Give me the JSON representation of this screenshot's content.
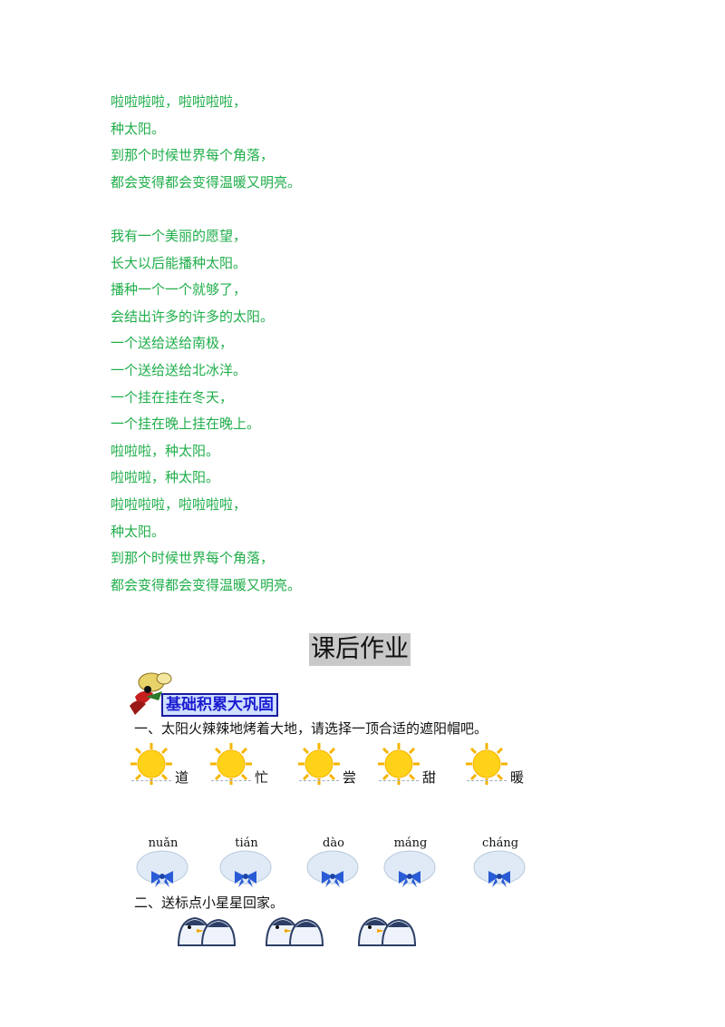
{
  "poem": {
    "lines": [
      "啦啦啦啦，啦啦啦啦，",
      "种太阳。",
      "到那个时候世界每个角落，",
      "都会变得都会变得温暖又明亮。",
      "",
      "我有一个美丽的愿望，",
      "长大以后能播种太阳。",
      "播种一个一个就够了，",
      "会结出许多的许多的太阳。",
      "一个送给送给南极，",
      "一个送给送给北冰洋。",
      "一个挂在挂在冬天，",
      "一个挂在晚上挂在晚上。",
      "啦啦啦，种太阳。",
      "啦啦啦，种太阳。",
      "啦啦啦啦，啦啦啦啦，",
      "种太阳。",
      "到那个时候世界每个角落，",
      "都会变得都会变得温暖又明亮。"
    ]
  },
  "homework": {
    "title": "课后作业",
    "section": "基础积累大巩固",
    "q1": "一、太阳火辣辣地烤着大地，请选择一顶合适的遮阳帽吧。",
    "suns": [
      "道",
      "忙",
      "尝",
      "甜",
      "暖"
    ],
    "hats": [
      "nuǎn",
      "tián",
      "dào",
      "máng",
      "cháng"
    ],
    "q2": "二、送标点小星星回家。"
  },
  "colors": {
    "poem_text": "#1fae4a",
    "section_text": "#1b1bd1",
    "title_bg": "#c8c8c8",
    "sun": "#ffd21a",
    "hat_ribbon": "#2a5bd6"
  }
}
